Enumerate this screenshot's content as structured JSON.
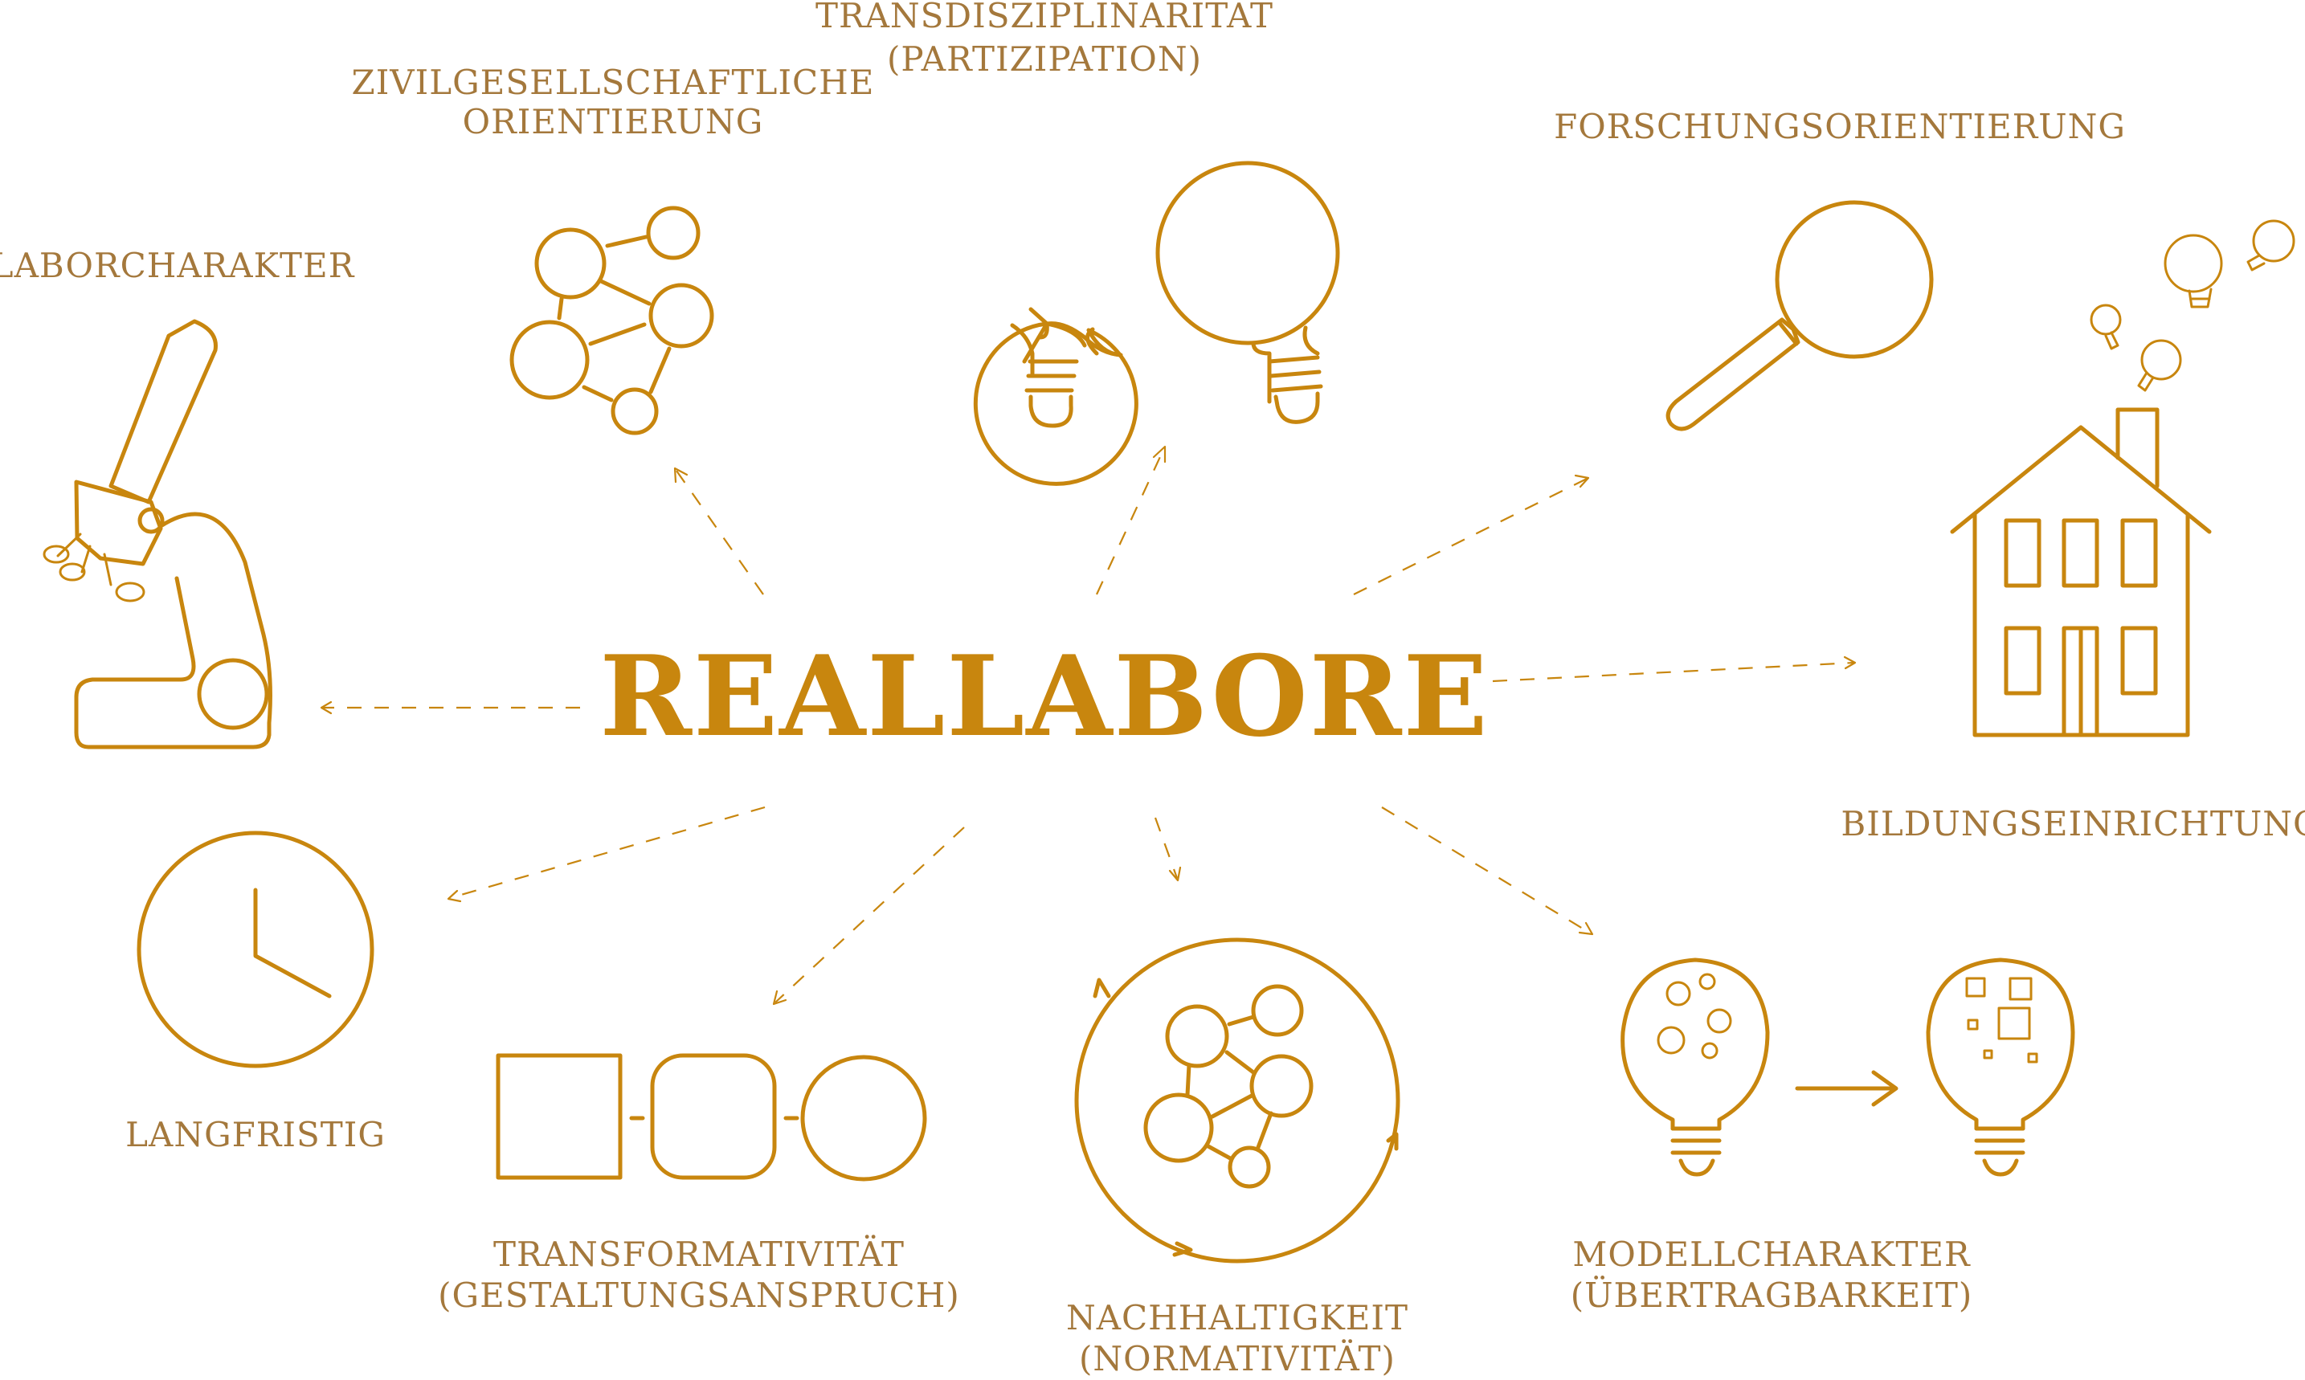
{
  "colors": {
    "primary": "#c8860e",
    "text": "#a4783c",
    "highlight": "#f2b66e"
  },
  "center_label": "REALLABORE",
  "nodes": {
    "laborcharakter": {
      "label": "LABORCHARAKTER",
      "icon": "microscope-icon"
    },
    "zivil": {
      "label_line1": "ZIVILGESELLSCHAFTLICHE",
      "label_line2": "ORIENTIERUNG",
      "icon": "network-icon"
    },
    "trans": {
      "label_line1": "TRANSDISZIPLINARITÄT",
      "label_line2": "(PARTIZIPATION)",
      "icon": "overlapping-lightbulbs-icon"
    },
    "forschung": {
      "label": "FORSCHUNGSORIENTIERUNG",
      "icon": "magnifier-icon"
    },
    "bildung": {
      "label": "BILDUNGSEINRICHTUNG",
      "icon": "house-icon"
    },
    "langfristig": {
      "label": "LANGFRISTIG",
      "icon": "clock-icon"
    },
    "transformativ": {
      "label_line1": "TRANSFORMATIVITÄT",
      "label_line2": "(GESTALTUNGSANSPRUCH)",
      "icon": "shape-transformation-icon"
    },
    "nachhaltig": {
      "label_line1": "NACHHALTIGKEIT",
      "label_line2": "(NORMATIVITÄT)",
      "icon": "cycle-network-icon"
    },
    "modell": {
      "label_line1": "MODELLCHARAKTER",
      "label_line2": "(ÜBERTRAGBARKEIT)",
      "icon": "lightbulb-transfer-icon"
    }
  }
}
